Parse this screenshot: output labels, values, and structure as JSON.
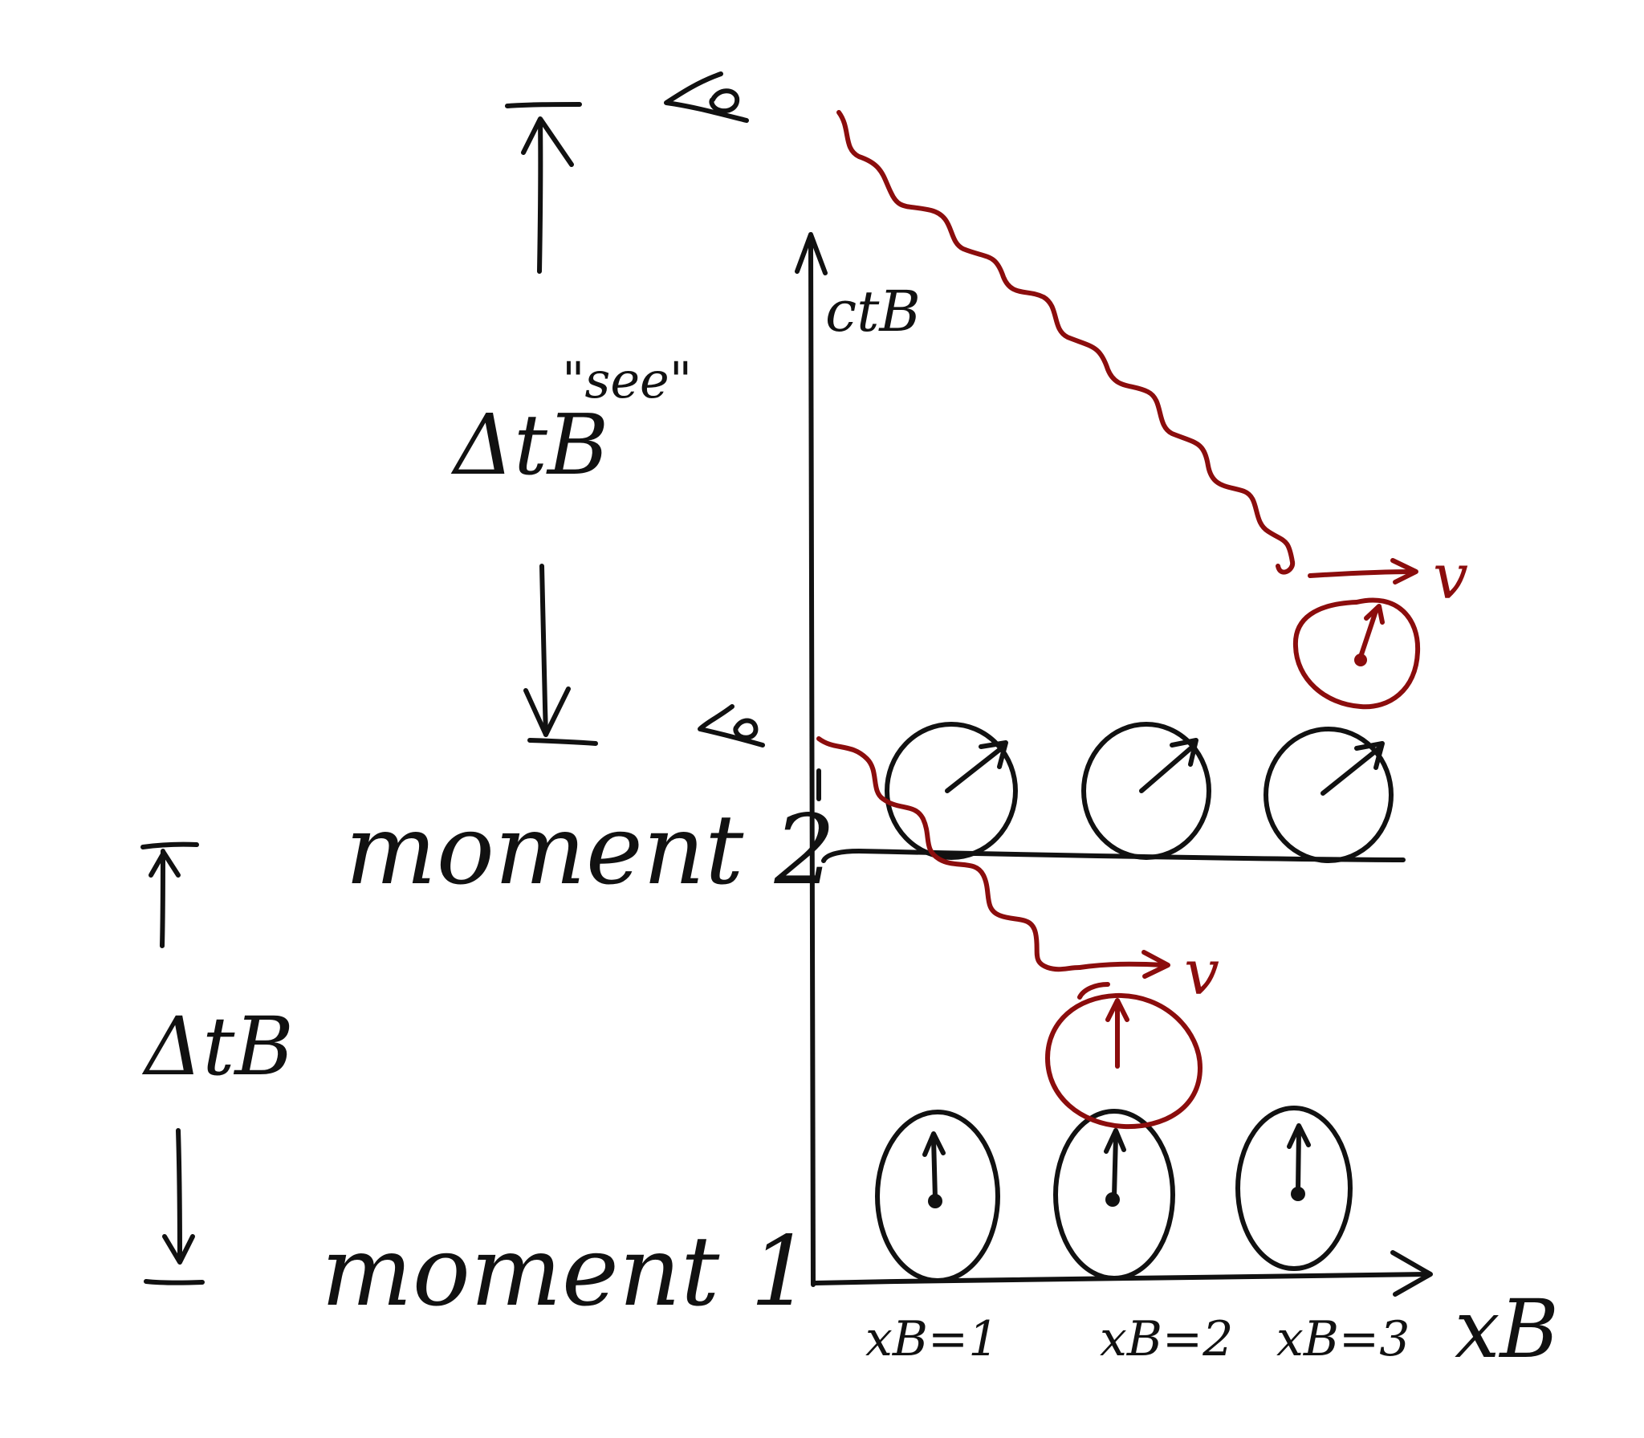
{
  "labels": {
    "y_axis": "ctB",
    "x_axis": "xB",
    "delta_see": "ΔtB",
    "see_note": "\"see\"",
    "delta_tb": "ΔtB",
    "moment_2": "moment 2",
    "moment_1": "moment 1",
    "velocity_top": "v",
    "velocity_mid": "v",
    "tick_1": "xB=1",
    "tick_2": "xB=2",
    "tick_3": "xB=3"
  },
  "colors": {
    "ink": "#111111",
    "light_signal": "#8b0d0d",
    "background": "#ffffff"
  },
  "icons": {
    "observer_top": "eye-icon",
    "observer_mid": "eye-icon"
  },
  "clocks": {
    "moment_1_hand": "12 o'clock (up)",
    "moment_2_hand": "up-right",
    "moving_clock_hand": "12 o'clock (up)"
  }
}
